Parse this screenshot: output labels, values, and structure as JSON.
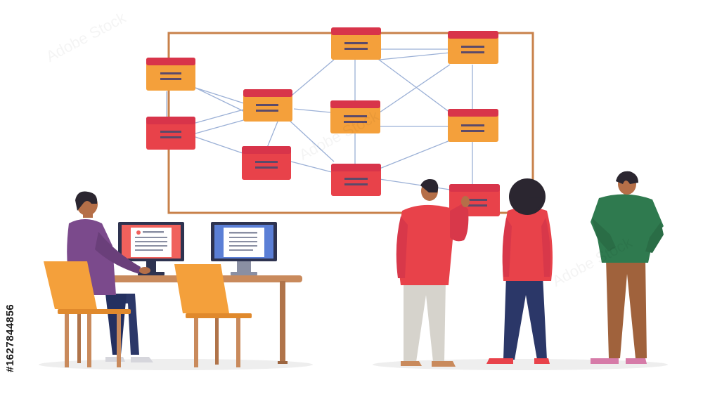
{
  "stock_id": "#1627844856",
  "watermark": "Adobe Stock",
  "colors": {
    "board_frame": "#c8814a",
    "card_orange": "#f4a03b",
    "card_red": "#e8424a",
    "card_top": "#d8344a",
    "connector": "#9bb0d6",
    "desk": "#c98a5c",
    "chair": "#f4a03b",
    "monitor_frame": "#2e3350",
    "screen_red": "#f0615c",
    "screen_blue": "#5b7fd6",
    "shirt_purple": "#7b4a8c",
    "shirt_red": "#e8424a",
    "shirt_green": "#2f7a4f",
    "pants_navy": "#2b3768",
    "pants_gray": "#d6d3cc",
    "pants_brown": "#a0623c",
    "skin": "#b56f48",
    "hair": "#2b2630",
    "floor": "#eeeeee"
  },
  "board_cards": [
    {
      "id": "c1",
      "color": "orange"
    },
    {
      "id": "c2",
      "color": "red"
    },
    {
      "id": "c3",
      "color": "orange"
    },
    {
      "id": "c4",
      "color": "red"
    },
    {
      "id": "c5",
      "color": "orange"
    },
    {
      "id": "c6",
      "color": "orange"
    },
    {
      "id": "c7",
      "color": "red"
    },
    {
      "id": "c8",
      "color": "orange"
    },
    {
      "id": "c9",
      "color": "orange"
    },
    {
      "id": "c10",
      "color": "red"
    }
  ],
  "people": [
    {
      "role": "seated-worker",
      "shirt": "purple"
    },
    {
      "role": "pointing-person",
      "shirt": "red"
    },
    {
      "role": "standing-woman",
      "shirt": "red"
    },
    {
      "role": "observer",
      "shirt": "green"
    }
  ]
}
